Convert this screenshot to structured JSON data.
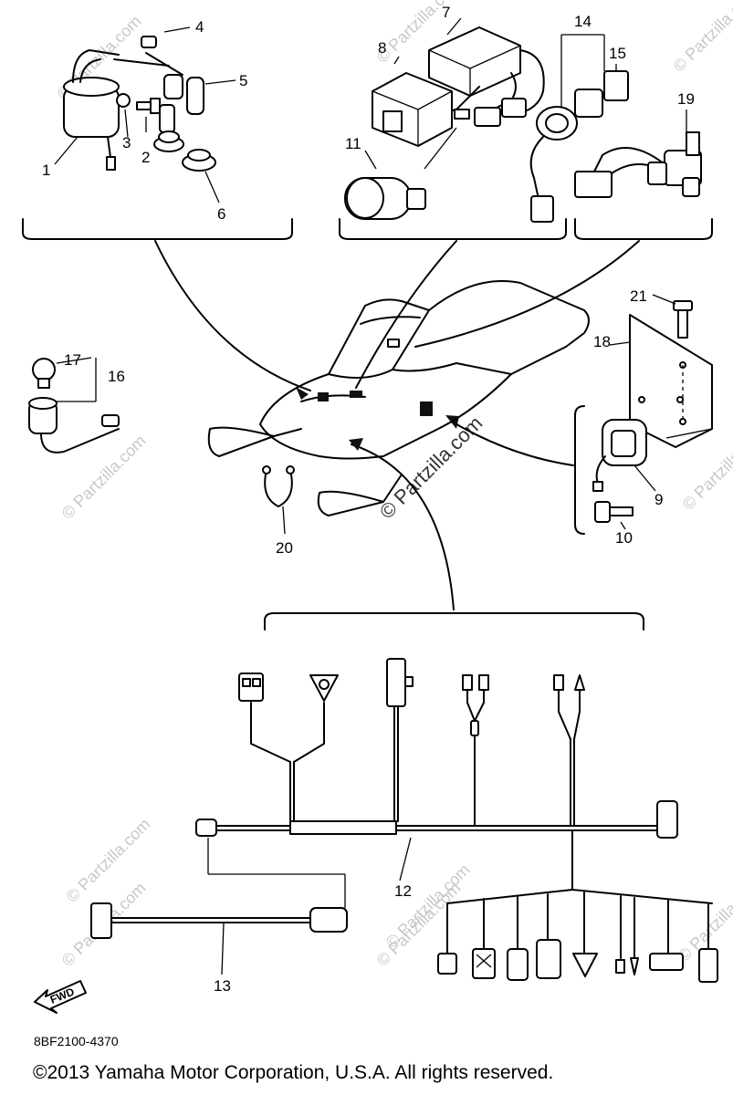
{
  "callouts": {
    "c1": "1",
    "c2": "2",
    "c3": "3",
    "c4": "4",
    "c5": "5",
    "c6": "6",
    "c7": "7",
    "c8": "8",
    "c9": "9",
    "c10": "10",
    "c11": "11",
    "c12": "12",
    "c13": "13",
    "c14": "14",
    "c15": "15",
    "c16": "16",
    "c17": "17",
    "c18": "18",
    "c19": "19",
    "c20": "20",
    "c21": "21"
  },
  "watermark": "© Partzilla.com",
  "fwd_label": "FWD",
  "drawing_code": "8BF2100-4370",
  "copyright": "©2013 Yamaha Motor Corporation, U.S.A. All rights reserved."
}
